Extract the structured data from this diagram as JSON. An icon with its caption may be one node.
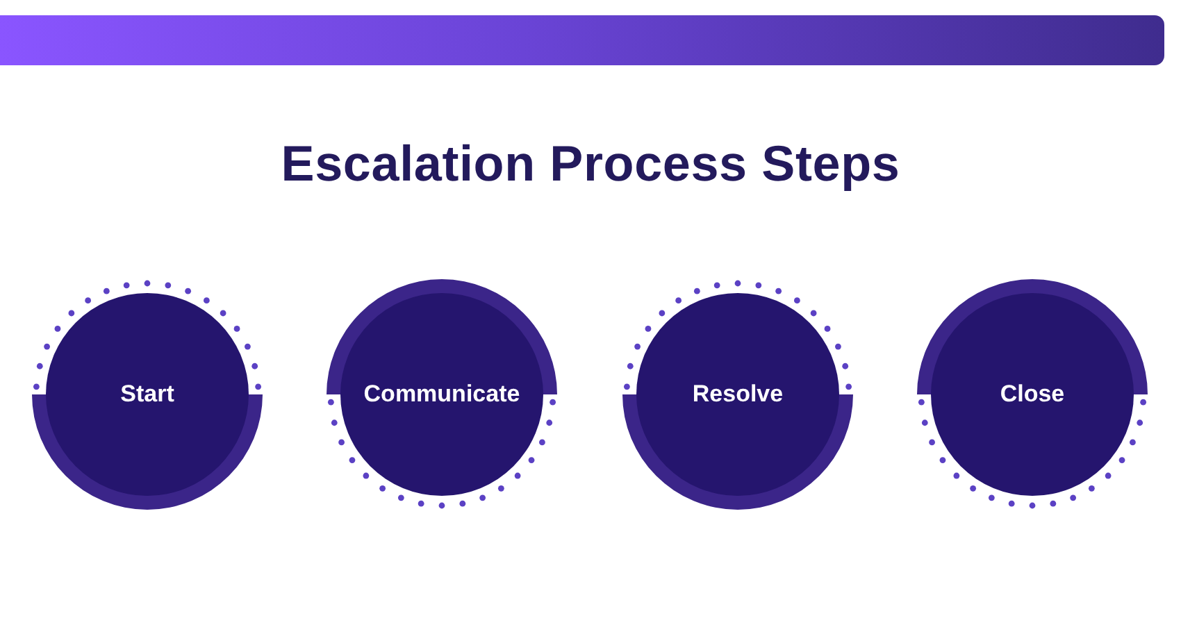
{
  "diagram": {
    "title": "Escalation Process Steps",
    "nodes": [
      {
        "text": [
          "Start"
        ]
      },
      {
        "text": [
          "Communicate"
        ]
      },
      {
        "text": [
          "Resolve"
        ]
      },
      {
        "text": [
          "Close"
        ]
      }
    ]
  }
}
